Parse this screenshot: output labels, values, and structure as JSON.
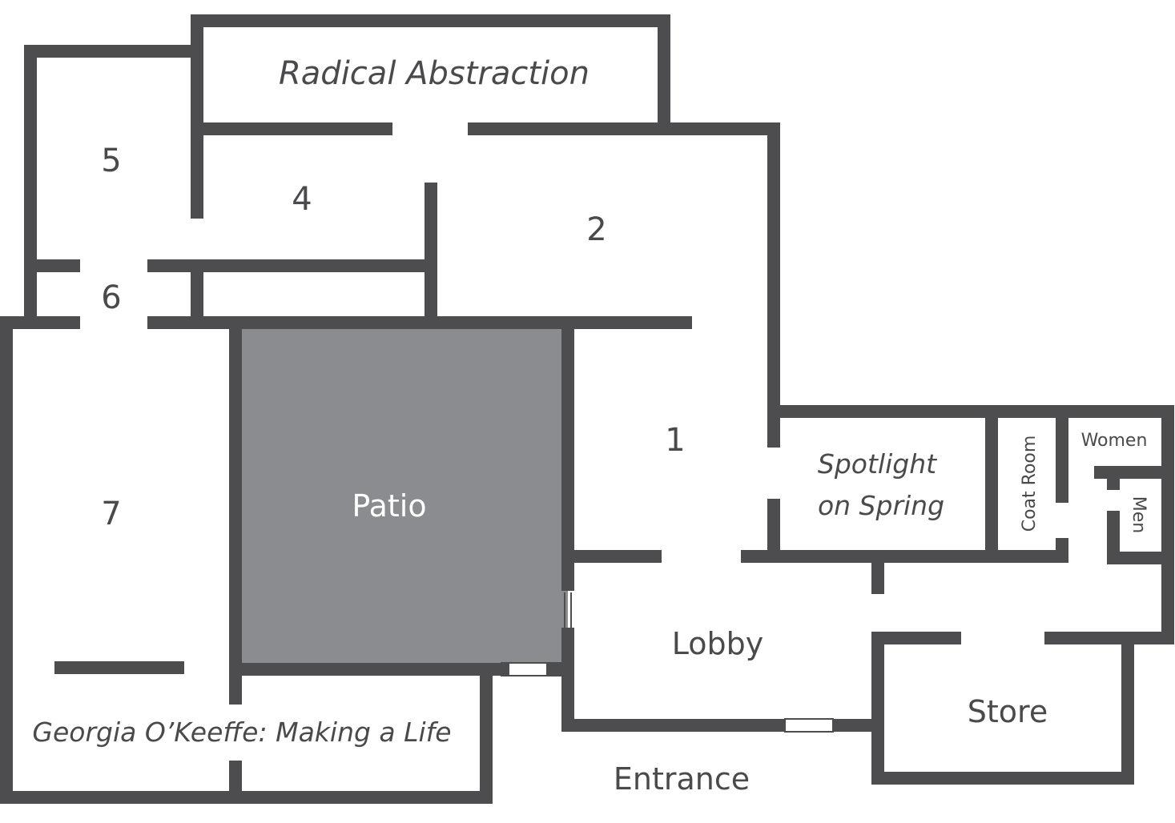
{
  "colors": {
    "wall": "#4d4d4f",
    "patio": "#8a8c90",
    "text": "#4a4a4c",
    "patio_text": "#ffffff",
    "background": "#ffffff"
  },
  "labels": {
    "radical_abstraction": "Radical Abstraction",
    "gallery_5": "5",
    "gallery_4": "4",
    "gallery_2": "2",
    "gallery_6": "6",
    "gallery_7": "7",
    "gallery_1": "1",
    "patio": "Patio",
    "spotlight_line1": "Spotlight",
    "spotlight_line2": "on Spring",
    "coat_room": "Coat Room",
    "women": "Women",
    "men": "Men",
    "lobby": "Lobby",
    "store": "Store",
    "entrance": "Entrance",
    "okeeffe": "Georgia O’Keeffe: Making a Life"
  }
}
